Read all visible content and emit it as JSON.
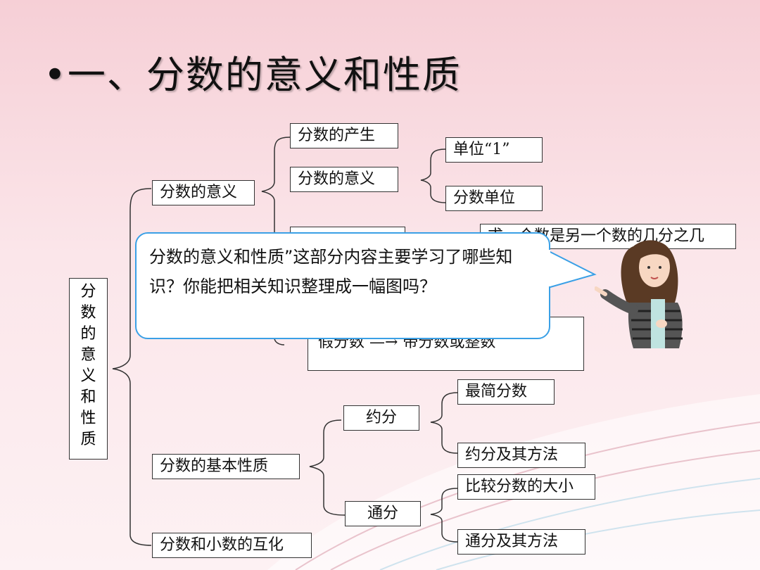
{
  "slide": {
    "title": "•一、分数的意义和性质"
  },
  "colors": {
    "background_top": "#f6cfd6",
    "bubble_border": "#3aa0e6",
    "wave": "#ffffff"
  },
  "diagram": {
    "root_chars": [
      "分",
      "数",
      "的",
      "意",
      "义",
      "和",
      "性",
      "质"
    ],
    "meaning": {
      "label": "分数的意义",
      "origin": "分数的产生",
      "meaning_of_fraction": "分数的意义",
      "unit_one": "单位“1”",
      "fraction_unit": "分数单位",
      "hidden_top_right": "求一个数是另一个数的几分之几",
      "hidden_conversion": "假分数 —→ 带分数或整数"
    },
    "basic_property": {
      "label": "分数的基本性质",
      "reduce": "约分",
      "simplest": "最简分数",
      "reduce_method": "约分及其方法",
      "common": "通分",
      "compare": "比较分数的大小",
      "common_method": "通分及其方法"
    },
    "conversion": {
      "label": "分数和小数的互化"
    }
  },
  "bubble": {
    "text": "分数的意义和性质”这部分内容主要学习了哪些知识？你能把相关知识整理成一幅图吗？"
  },
  "teacher_icon": "teacher-pointing-icon"
}
